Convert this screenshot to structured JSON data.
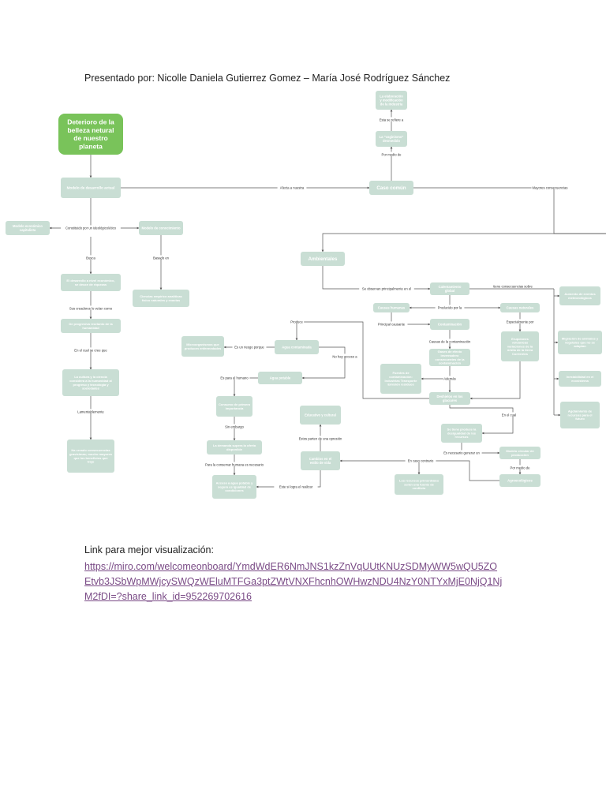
{
  "header": {
    "presenters": "Presentado por: Nicolle Daniela Gutierrez Gomez – María José Rodríguez Sánchez"
  },
  "footer": {
    "link_label": "Link para mejor visualización:",
    "link_lines": [
      "https://miro.com/welcomeonboard/YmdWdER6NmJNS1kzZnVqUUtKNUzSDMyWW5wQU5ZO",
      "Etvb3JSbWpMWjcySWQzWEluMTFGa3ptZWtVNXFhcnhOWHwzNDU4NzY0NTYxMjE0NjQ1Nj",
      "M2fDI=?share_link_id=952269702616"
    ]
  },
  "diagram": {
    "nodes": [
      {
        "id": "title",
        "label": "Deterioro de la belleza netural de nuestro planeta",
        "kind": "title"
      },
      {
        "id": "modelo_actual",
        "label": "Modelo de desarrollo actual"
      },
      {
        "id": "caso_comun",
        "label": "Caso común"
      },
      {
        "id": "elaboracion",
        "label": "La elaboración y modificación de la industria"
      },
      {
        "id": "vaginismo",
        "label": "La \"vaginismo\" desmedido"
      },
      {
        "id": "modelo_capitalista",
        "label": "Modelo económico capitalista"
      },
      {
        "id": "modelo_conocimiento",
        "label": "Modelo de conocimiento"
      },
      {
        "id": "enriquecimiento",
        "label": "El desarrollo a nivel económico, se deuce de riquezas"
      },
      {
        "id": "ciencias",
        "label": "Ciencias empírico analíticas físico naturales y exactas"
      },
      {
        "id": "progresiva",
        "label": "De progresiva reorlanto de la humanidad"
      },
      {
        "id": "cultura",
        "label": "La cultura y la ciencia considera a la humanidad al progreso y tecnología y sociedades"
      },
      {
        "id": "consecuencias",
        "label": "Ha creado consecuencias gravísimas; mucho mayores que los beneficios que trajo"
      },
      {
        "id": "ambientales",
        "label": "Ambientales"
      },
      {
        "id": "calentamiento",
        "label": "Calentamiento global"
      },
      {
        "id": "causa_humana",
        "label": "Causas humanas"
      },
      {
        "id": "causa_natural",
        "label": "Causas naturales"
      },
      {
        "id": "contaminacion",
        "label": "Contaminación"
      },
      {
        "id": "erupciones",
        "label": "Erupciones volcánicas variaciones de la órbita de la tierra Corrientes"
      },
      {
        "id": "gases",
        "label": "Gases de efecto invernadero consecuentes de la contaminación"
      },
      {
        "id": "fuentes",
        "label": "Fuentes de contaminación: Industrias Transporte Emisión residuos"
      },
      {
        "id": "deshielos",
        "label": "Deshielos en los glaciares"
      },
      {
        "id": "agua_contaminada",
        "label": "Agua contaminada"
      },
      {
        "id": "microorganismos",
        "label": "Microorganismos que producen enfermedades"
      },
      {
        "id": "agua_potable",
        "label": "Agua potable"
      },
      {
        "id": "consumo",
        "label": "Consumo de primera importancia"
      },
      {
        "id": "demanda",
        "label": "La demanda supera la oferta disponible"
      },
      {
        "id": "acceso",
        "label": "Acceso a agua potable y segura es igualdad de condiciones"
      },
      {
        "id": "educativo",
        "label": "Educativo y cultural"
      },
      {
        "id": "cambios",
        "label": "Cambios en el estilo de vida"
      },
      {
        "id": "recursos",
        "label": "Los recursos primordiales serán una fuente de conflicto"
      },
      {
        "id": "sequias",
        "label": "Se tiene produce la desigualdad de los recursos"
      },
      {
        "id": "modelo_circular",
        "label": "Modelo circular de producción"
      },
      {
        "id": "agroecologicas",
        "label": "Agroecológicos"
      },
      {
        "id": "aumento",
        "label": "Aumento de eventos meteorológicos"
      },
      {
        "id": "migracion",
        "label": "Migración de animales y vegetales que no se adaptan"
      },
      {
        "id": "inestabilidad",
        "label": "Inestabilidad en el ecosistema"
      },
      {
        "id": "agotamiento",
        "label": "Agotamiento de recursos para el futuro"
      }
    ],
    "edges": [
      {
        "id": "e_esta",
        "label": "Esta se refiere a"
      },
      {
        "id": "e_medio",
        "label": "Por medio de"
      },
      {
        "id": "e_afecta",
        "label": "Afecta a nuestra"
      },
      {
        "id": "e_mayores",
        "label": "Mayores consecuencias"
      },
      {
        "id": "e_constituido",
        "label": "Constituido por un ideológico/ético"
      },
      {
        "id": "e_busca",
        "label": "Busca"
      },
      {
        "id": "e_basado",
        "label": "Basado en"
      },
      {
        "id": "e_sus",
        "label": "Sus creadores lo veían como"
      },
      {
        "id": "e_cuya",
        "label": "En el cual se cree que"
      },
      {
        "id": "e_lament",
        "label": "Lamentablemente"
      },
      {
        "id": "e_observan",
        "label": "Se observan principalmente en el"
      },
      {
        "id": "e_tiene",
        "label": "tiene consecuencias sobre"
      },
      {
        "id": "e_producido",
        "label": "Producido por la"
      },
      {
        "id": "e_principal",
        "label": "Principal causante"
      },
      {
        "id": "e_especial",
        "label": "Especialmente por"
      },
      {
        "id": "e_causas",
        "label": "Causas de la contaminación"
      },
      {
        "id": "e_ademas",
        "label": "Además"
      },
      {
        "id": "e_produce",
        "label": "Produce"
      },
      {
        "id": "e_riesgo",
        "label": "Es un riesgo porque"
      },
      {
        "id": "e_nohay",
        "label": "No hay acceso a"
      },
      {
        "id": "e_esparael",
        "label": "Es para el humano"
      },
      {
        "id": "e_sinemb",
        "label": "Sin embargo"
      },
      {
        "id": "e_paralaconserv",
        "label": "Para la conservar humana es necesario"
      },
      {
        "id": "e_estesi",
        "label": "Este si logra el realizar"
      },
      {
        "id": "e_estos",
        "label": "Estos parten de una opresión"
      },
      {
        "id": "e_encaso",
        "label": "En caso contrario"
      },
      {
        "id": "e_elcual",
        "label": "En el cual"
      },
      {
        "id": "e_necesario",
        "label": "Es necesario generar un"
      },
      {
        "id": "e_pormedio2",
        "label": "Por medio de"
      }
    ]
  }
}
